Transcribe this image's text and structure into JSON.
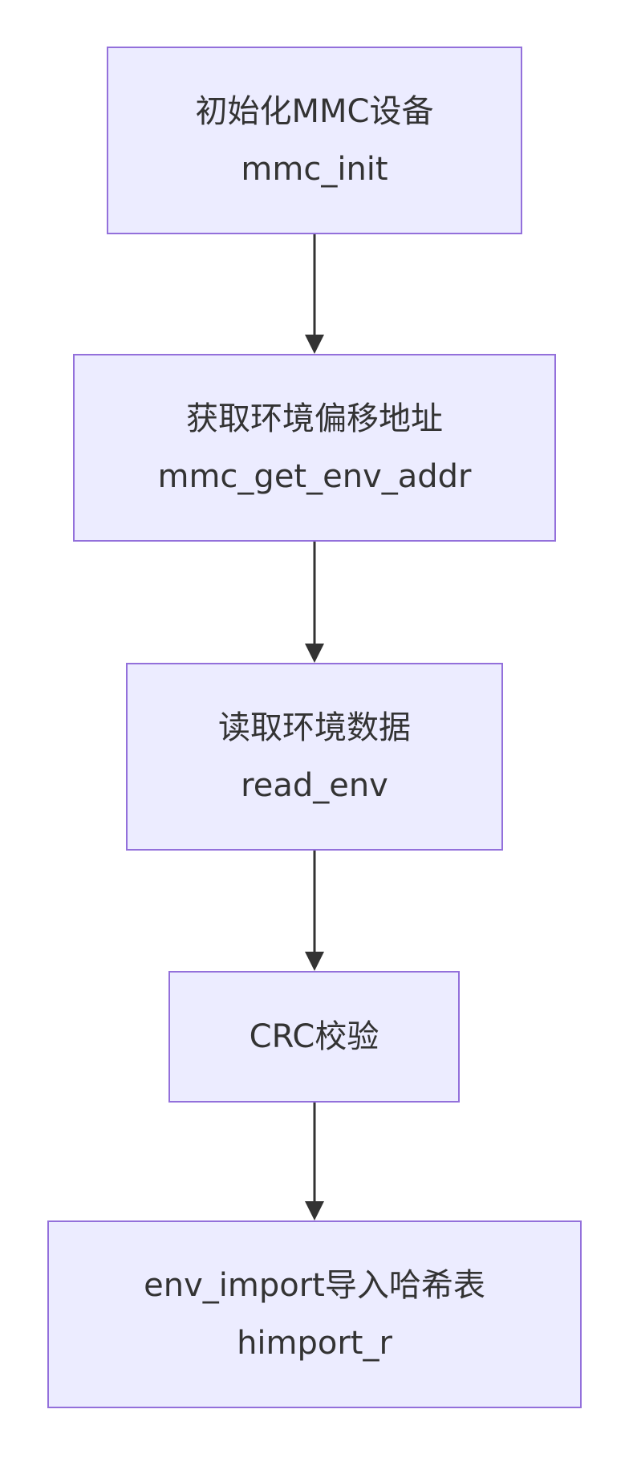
{
  "nodes": [
    {
      "title": "初始化MMC设备",
      "subtitle": "mmc_init"
    },
    {
      "title": "获取环境偏移地址",
      "subtitle": "mmc_get_env_addr"
    },
    {
      "title": "读取环境数据",
      "subtitle": "read_env"
    },
    {
      "title": "CRC校验",
      "subtitle": ""
    },
    {
      "title": "env_import导入哈希表",
      "subtitle": "himport_r"
    }
  ],
  "colors": {
    "node_fill": "#ececff",
    "node_border": "#9370db",
    "edge": "#333333",
    "text": "#333333"
  }
}
